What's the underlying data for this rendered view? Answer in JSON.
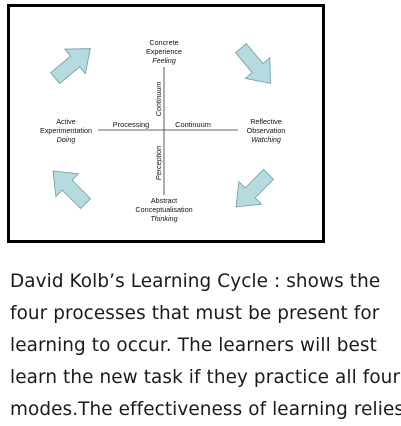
{
  "diagram": {
    "top_title_1": "Concrete",
    "top_title_2": "Experience",
    "top_sub": "Feeling",
    "bottom_title_1": "Abstract",
    "bottom_title_2": "Conceptualisation",
    "bottom_sub": "Thinking",
    "left_title_1": "Active",
    "left_title_2": "Experimentation",
    "left_sub": "Doing",
    "right_title_1": "Reflective",
    "right_title_2": "Observation",
    "right_sub": "Watching",
    "h_left": "Processing",
    "h_right": "Continuum",
    "v_top": "Continuum",
    "v_bottom": "Perception",
    "arrow_color": "#b5dbe0"
  },
  "caption": {
    "text": "David Kolb’s Learning Cycle : shows the four processes that must be present for learning to occur. The learners will best learn the new task if they practice all four modes.The effectiveness of learning relies"
  }
}
